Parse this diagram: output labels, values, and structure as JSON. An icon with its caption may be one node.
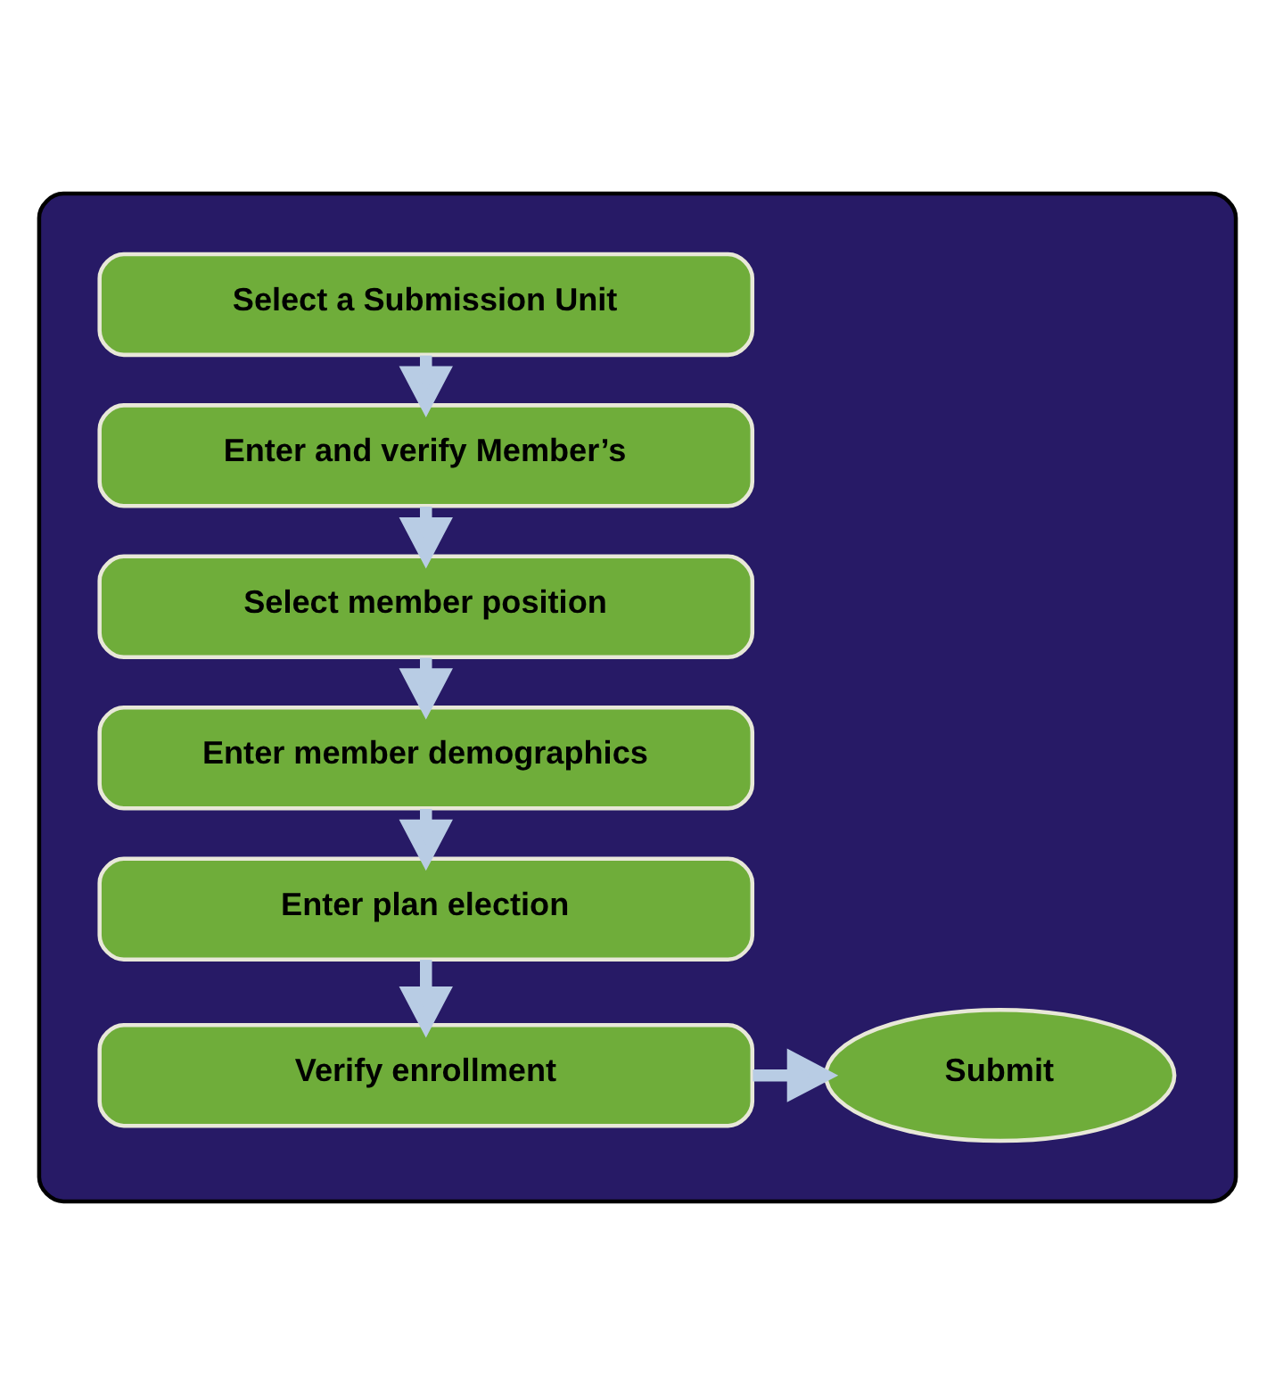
{
  "diagram": {
    "nodes": [
      {
        "text": [],
        "shape": "box"
      },
      {
        "text": [
          "Select a Submission Unit"
        ],
        "in": 0
      },
      {
        "text": [
          "Enter and verify Member’s"
        ],
        "in": 0
      },
      {
        "text": [
          "Select member position"
        ],
        "in": 0
      },
      {
        "text": [
          "Enter member demographics"
        ],
        "in": 0
      },
      {
        "text": [
          "Enter plan election"
        ],
        "in": 0
      },
      {
        "text": [
          "Verify enrollment"
        ],
        "in": 0
      },
      {
        "text": [
          "Submit"
        ],
        "in": 0
      }
    ],
    "edges": [
      {
        "from": 1,
        "to": 2,
        "arrow": "to"
      },
      {
        "from": 2,
        "to": 3,
        "arrow": "to"
      },
      {
        "from": 3,
        "to": 4,
        "arrow": "to"
      },
      {
        "from": 4,
        "to": 5,
        "arrow": "to"
      },
      {
        "from": 5,
        "to": 6,
        "arrow": "to"
      },
      {
        "from": 6,
        "to": 7,
        "arrow": "to"
      }
    ]
  }
}
